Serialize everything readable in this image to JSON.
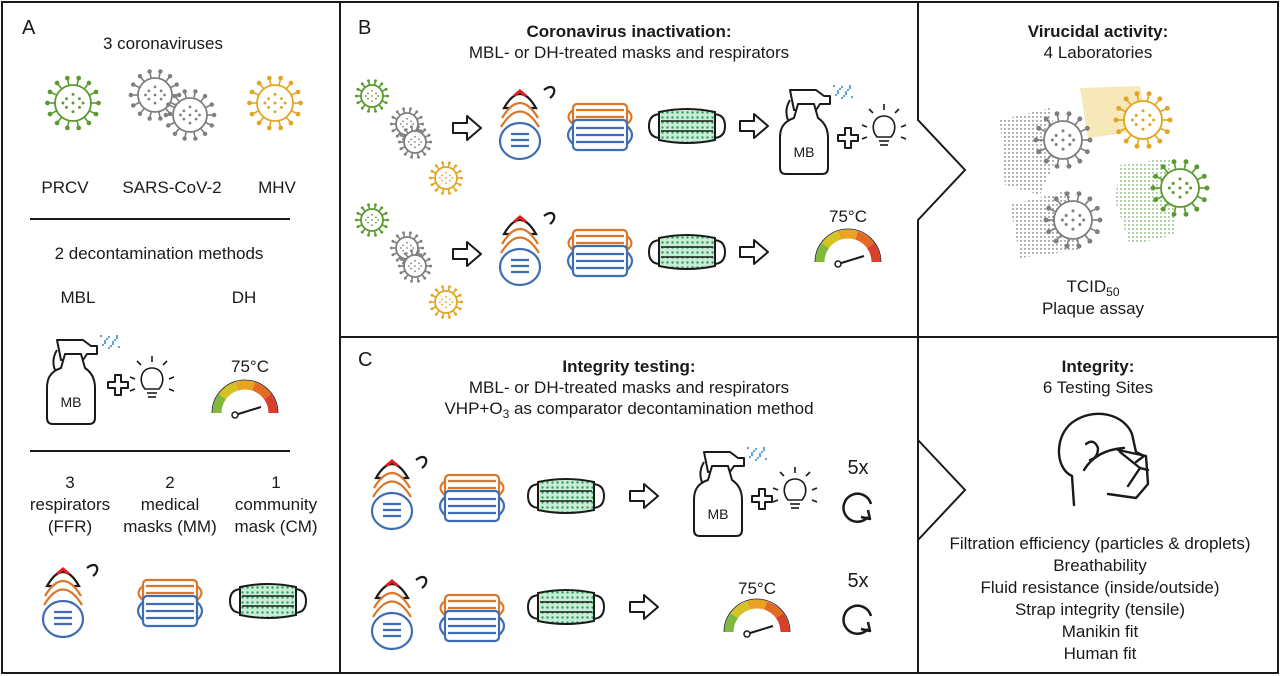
{
  "colors": {
    "prcv": "#5a9a2f",
    "sars": "#7f7f7f",
    "mhv": "#e3a520",
    "mask_orange": "#d9772b",
    "mask_blue": "#3f6db4",
    "mask_green": "#2f9e5e",
    "mask_red": "#e02020",
    "gauge": [
      "#82b93c",
      "#d4c322",
      "#e8a322",
      "#e46b23",
      "#d8402c"
    ]
  },
  "panel_a": {
    "letter": "A",
    "viruses_title": "3 coronaviruses",
    "virus_labels": [
      "PRCV",
      "SARS-CoV-2",
      "MHV"
    ],
    "methods_title": "2 decontamination methods",
    "method_labels": [
      "MBL",
      "DH"
    ],
    "temperature": "75°C",
    "bottle_label": "MB",
    "mask_types": [
      {
        "count": "3",
        "line1": "respirators",
        "line2": "(FFR)"
      },
      {
        "count": "2",
        "line1": "medical",
        "line2": "masks (MM)"
      },
      {
        "count": "1",
        "line1": "community",
        "line2": "mask (CM)"
      }
    ]
  },
  "panel_b": {
    "letter": "B",
    "title": "Coronavirus inactivation:",
    "subtitle": "MBL- or DH-treated masks and respirators",
    "bottle_label": "MB",
    "temperature": "75°C"
  },
  "panel_b_right": {
    "title": "Virucidal activity:",
    "subtitle": "4 Laboratories",
    "assay1_main": "TCID",
    "assay1_sub": "50",
    "assay2": "Plaque assay"
  },
  "panel_c": {
    "letter": "C",
    "title": "Integrity testing:",
    "line1": "MBL- or DH-treated masks and respirators",
    "line2_pre": "VHP+O",
    "line2_sub": "3",
    "line2_post": " as comparator decontamination method",
    "bottle_label": "MB",
    "temperature": "75°C",
    "cycles": "5x"
  },
  "panel_c_right": {
    "title": "Integrity:",
    "subtitle": "6 Testing Sites",
    "tests": [
      "Filtration efficiency (particles & droplets)",
      "Breathability",
      "Fluid resistance (inside/outside)",
      "Strap integrity (tensile)",
      "Manikin fit",
      "Human fit"
    ]
  }
}
